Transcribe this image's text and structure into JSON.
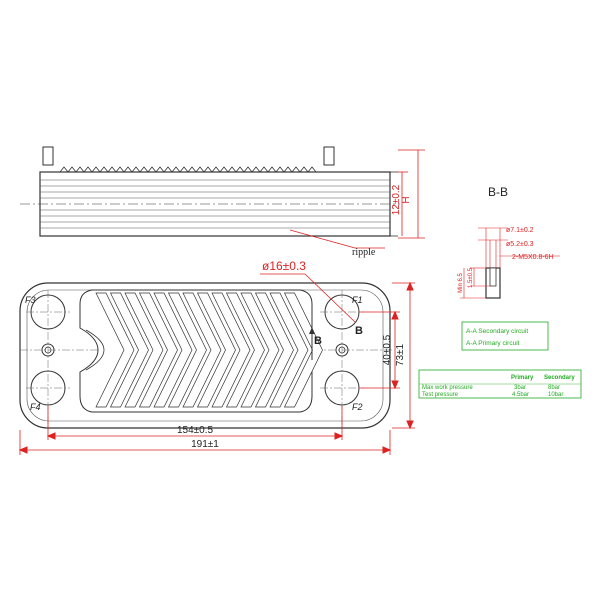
{
  "side_view": {
    "label_h": "H",
    "label_thickness": "12±0.2",
    "label_ripple": "ripple"
  },
  "section": {
    "title": "B-B",
    "d_outer": "ø7.1±0.2",
    "d_inner": "ø5.2±0.3",
    "thread": "2-M5X0.8-6H",
    "depth": "1.5±0.5",
    "min": "Min 6.5"
  },
  "front_view": {
    "port_dia": "ø16±0.3",
    "width_outer": "191±1",
    "width_inner": "154±0.5",
    "height_outer": "73±1",
    "height_inner": "40±0.5",
    "ports": [
      "F1",
      "F2",
      "F3",
      "F4"
    ],
    "section_mark": "B"
  },
  "legend": {
    "secondary": "A-A  Secondary circuit",
    "primary": "A-A  Primary circuit"
  },
  "pressure_table": {
    "headers": [
      "",
      "Primary",
      "Secondary"
    ],
    "rows": [
      [
        "Max work pressure",
        "3bar",
        "8bar"
      ],
      [
        "Test pressure",
        "4.5bar",
        "10bar"
      ]
    ]
  },
  "colors": {
    "dimension": "#d22222",
    "note": "#22aa22",
    "outline": "#333333"
  }
}
